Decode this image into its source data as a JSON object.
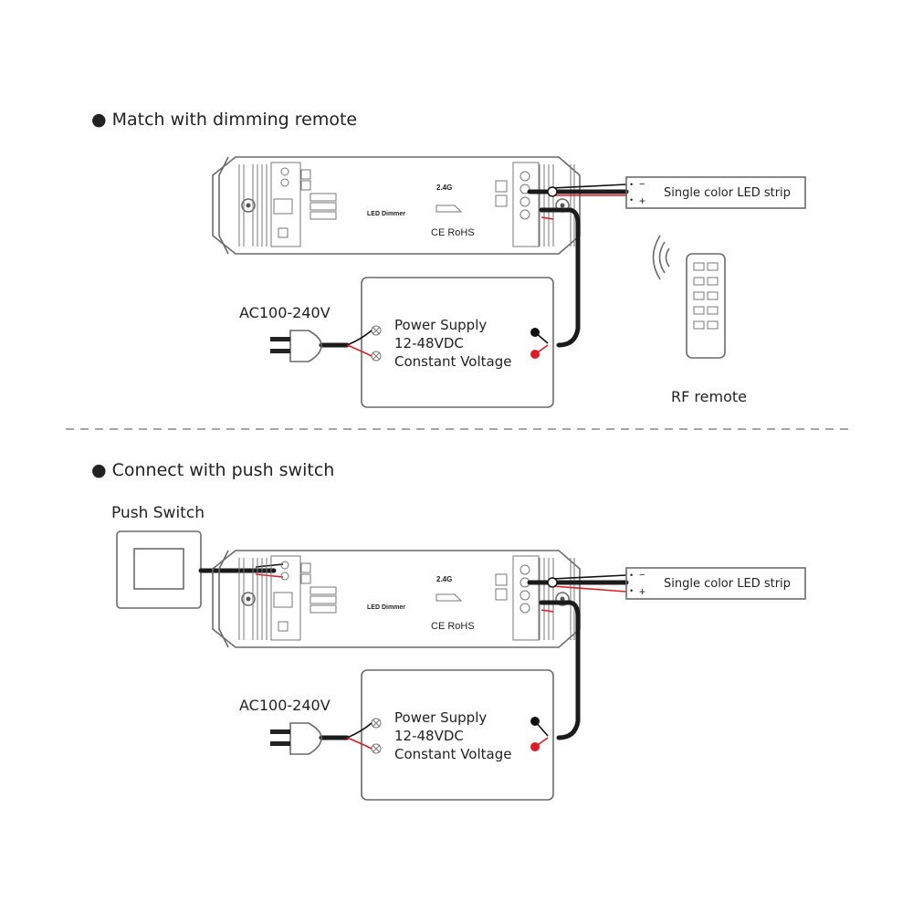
{
  "section1": {
    "title": "● Match with dimming remote",
    "mains": "AC100-240V",
    "ps_line1": "Power Supply",
    "ps_line2": "12-48VDC",
    "ps_line3": "Constant Voltage",
    "strip": "Single color LED strip",
    "remote": "RF remote",
    "dimmer_label": "LED Dimmer",
    "dimmer_band": "2.4G",
    "dimmer_cert": "CE RoHS"
  },
  "section2": {
    "title": "● Connect with push switch",
    "switch": "Push Switch",
    "mains": "AC100-240V",
    "ps_line1": "Power Supply",
    "ps_line2": "12-48VDC",
    "ps_line3": "Constant Voltage",
    "strip": "Single color LED strip",
    "dimmer_label": "LED Dimmer",
    "dimmer_band": "2.4G",
    "dimmer_cert": "CE RoHS"
  },
  "colors": {
    "positive_wire": "#e01b24",
    "negative_wire": "#111111",
    "outline": "#6a6a6a"
  }
}
